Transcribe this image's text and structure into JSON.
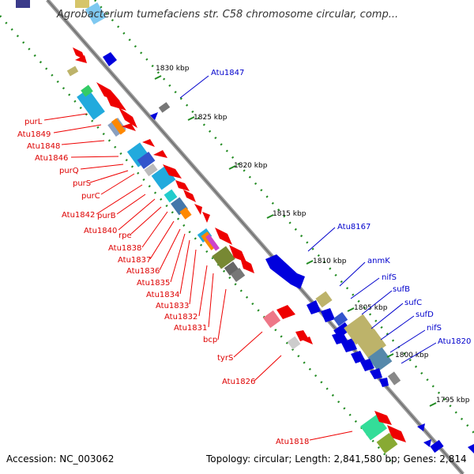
{
  "title": "Agrobacterium tumefaciens str. C58 chromosome circular, comp...",
  "footer": {
    "accession": "Accession: NC_003062",
    "summary": "Topology: circular; Length: 2,841,580 bp; Genes: 2,814"
  },
  "ticks": [
    "1830 kbp",
    "1825 kbp",
    "1820 kbp",
    "1815 kbp",
    "1810 kbp",
    "1805 kbp",
    "1800 kbp",
    "1795 kbp"
  ],
  "left_labels": [
    "purL",
    "Atu1849",
    "Atu1848",
    "Atu1846",
    "purQ",
    "purS",
    "purC",
    "Atu1842",
    "purB",
    "Atu1840",
    "rpe",
    "Atu1838",
    "Atu1837",
    "Atu1836",
    "Atu1835",
    "Atu1834",
    "Atu1833",
    "Atu1832",
    "Atu1831",
    "bcp",
    "tyrS",
    "Atu1826",
    "Atu1818"
  ],
  "right_labels": [
    "Atu1847",
    "Atu8167",
    "anmK",
    "nifS",
    "sufB",
    "sufC",
    "sufD",
    "nifS",
    "Atu1820"
  ],
  "colors": {
    "forward_strand": "#ee0000",
    "reverse_strand": "#0000dd",
    "backbone": "#888888",
    "tick_dots": "#228b22",
    "label_red": "#dd0000",
    "label_blue": "#0000cc"
  }
}
